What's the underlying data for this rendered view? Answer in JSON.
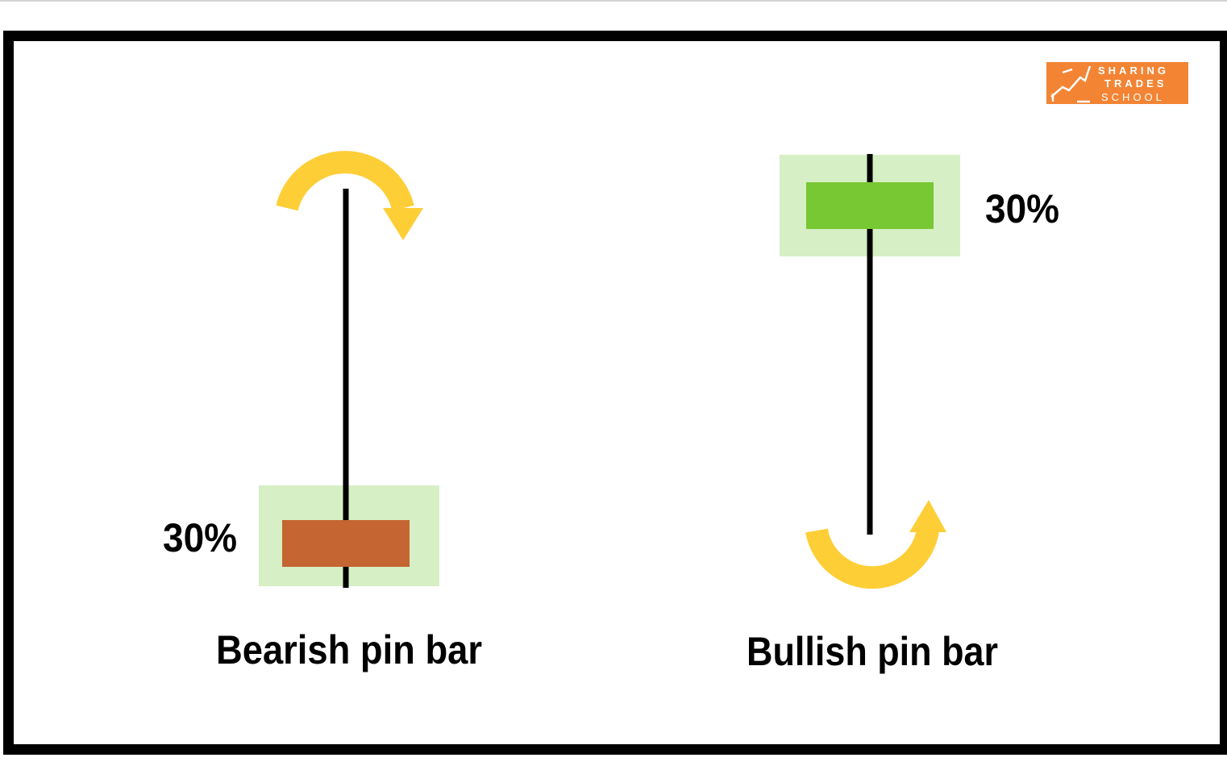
{
  "colors": {
    "zone": "#d6efc4",
    "bearish_body": "#c46532",
    "bullish_body": "#77c832",
    "arrow": "#fece37",
    "wick": "#000000",
    "logo_bg": "#f38434"
  },
  "bearish": {
    "percent": "30%",
    "label": "Bearish pin bar",
    "arrow_icon": "clockwise-curved-arrow-down"
  },
  "bullish": {
    "percent": "30%",
    "label": "Bullish pin bar",
    "arrow_icon": "counterclockwise-curved-arrow-up"
  },
  "logo": {
    "line1": "SHARING",
    "line2": "TRADES",
    "line3": "SCHOOL"
  }
}
